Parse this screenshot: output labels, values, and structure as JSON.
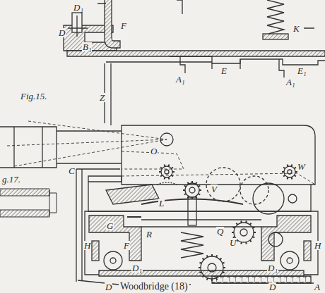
{
  "diagram": {
    "caption": "Woodbridge (18)",
    "labels": [
      "D₁",
      "D",
      "F",
      "K",
      "B₁",
      "E",
      "E₁",
      "A₁",
      "A₁",
      "Fig.15.",
      "Z",
      "C",
      "g.17.",
      "O",
      "W",
      "V",
      "L",
      "G",
      "R",
      "U",
      "Q",
      "H",
      "H",
      "F",
      "D₁",
      "D₁",
      "D",
      "D",
      "A"
    ]
  }
}
